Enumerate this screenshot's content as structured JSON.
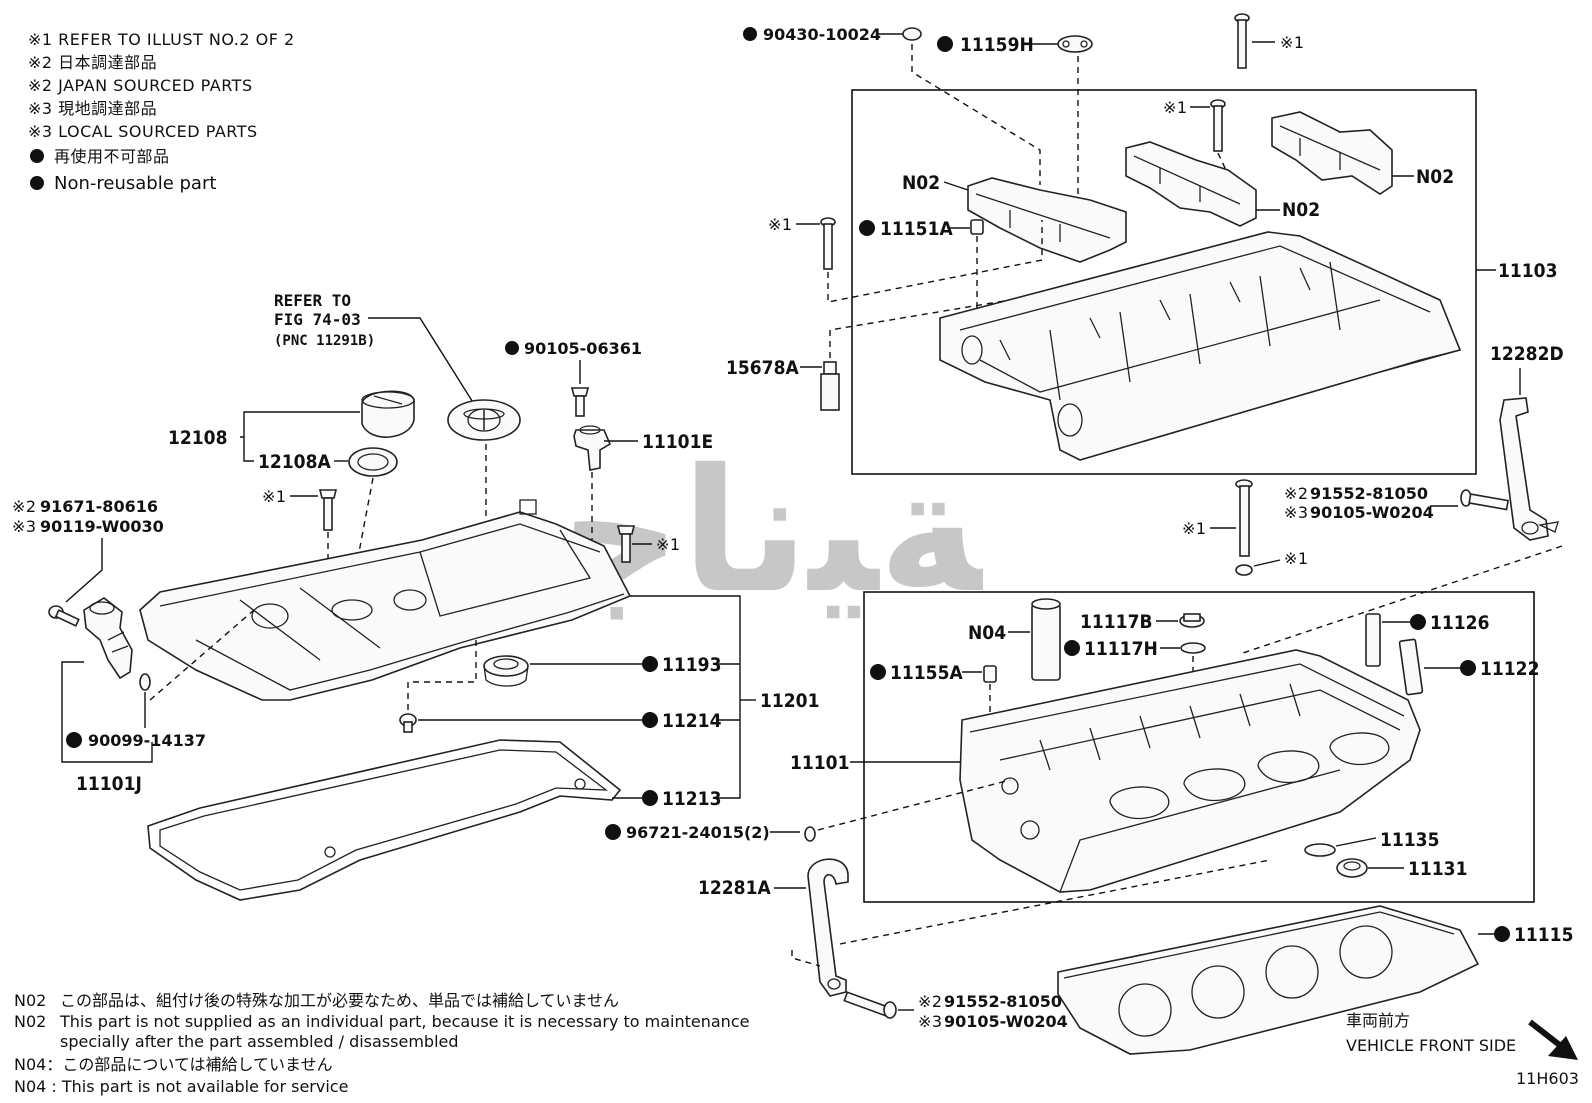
{
  "legend": {
    "n1_en": "※1 REFER TO ILLUST NO.2 OF 2",
    "n2_jp": "※2 日本調達部品",
    "n2_en": "※2 JAPAN SOURCED PARTS",
    "n3_jp": "※3 現地調達部品",
    "n3_en": "※3 LOCAL SOURCED PARTS",
    "nonreuse_jp": "再使用不可部品",
    "nonreuse_en": "Non-reusable part"
  },
  "refer": {
    "line1": "REFER TO",
    "line2": "FIG 74-03",
    "line3": "(PNC 11291B)"
  },
  "mark": "※1",
  "mark2": "※2",
  "mark3": "※3",
  "parts": {
    "p90430": "90430-10024",
    "p11159H": "11159H",
    "pN02": "N02",
    "p11151A": "11151A",
    "p15678A": "15678A",
    "p11103": "11103",
    "p12282D": "12282D",
    "p90105_06361": "90105-06361",
    "p11101E": "11101E",
    "p12108": "12108",
    "p12108A": "12108A",
    "p91671": "91671-80616",
    "p90119": "90119-W0030",
    "p90099": "90099-14137",
    "p11101J": "11101J",
    "p11193": "11193",
    "p11214": "11214",
    "p11213": "11213",
    "p11201": "11201",
    "p96721": "96721-24015(2)",
    "p91552": "91552-81050",
    "p90105_W0204": "90105-W0204",
    "pN04": "N04",
    "p11117B": "11117B",
    "p11117H": "11117H",
    "p11126": "11126",
    "p11122": "11122",
    "p11155A": "11155A",
    "p11101": "11101",
    "p11135": "11135",
    "p11131": "11131",
    "p12281A": "12281A",
    "p11115": "11115"
  },
  "front": {
    "jp": "車両前方",
    "en": "VEHICLE FRONT SIDE"
  },
  "footnotes": {
    "n02_jp_code": "N02",
    "n02_jp": "この部品は、組付け後の特殊な加工が必要なため、単品では補給していません",
    "n02_en_code": "N02",
    "n02_en1": "This part is not supplied as an individual part, because it is necessary to maintenance",
    "n02_en2": "specially after the part assembled / disassembled",
    "n04_jp": "N04：この部品については補給していません",
    "n04_en": "N04 : This part is not available for service"
  },
  "fig_code": "11H603",
  "watermark": "ﺔﻴﻧﺎﺟ"
}
